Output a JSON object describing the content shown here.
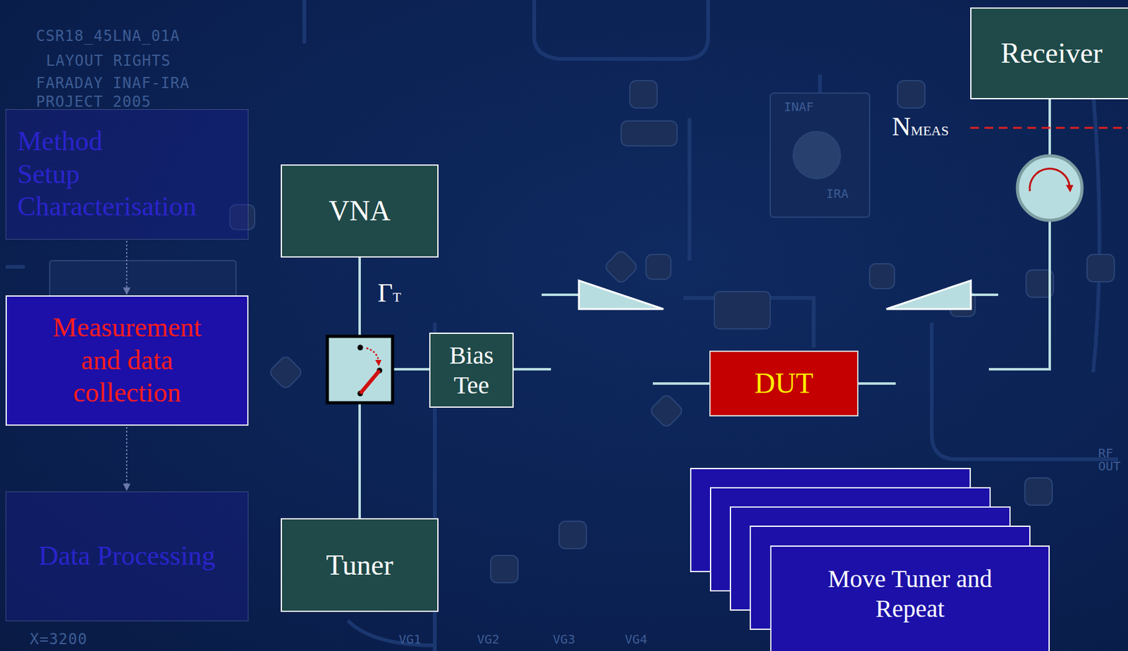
{
  "diagram": {
    "nodes": [
      {
        "text": [
          "Method",
          "Setup",
          "Characterisation"
        ]
      },
      {
        "text": [
          "Measurement and data collection"
        ]
      },
      {
        "text": [
          "Data Processing"
        ]
      },
      {
        "text": [
          "VNA"
        ]
      },
      {
        "text": [
          "Bias Tee"
        ]
      },
      {
        "text": [
          "DUT"
        ]
      },
      {
        "text": [
          "Tuner"
        ]
      },
      {
        "text": [
          "Receiver"
        ]
      },
      {
        "text": [
          "Move Tuner and Repeat"
        ]
      }
    ],
    "edges": [
      {
        "from": 0,
        "to": 1,
        "arrow": "to"
      },
      {
        "from": 1,
        "to": 2,
        "arrow": "to"
      }
    ],
    "labels": [
      "CSR18_45LNA_01A",
      "LAYOUT RIGHTS",
      "FARADAY INAF-IRA",
      "PROJECT 2005",
      "ΓT",
      "NMEAS",
      "INAF",
      "IRA",
      "X=3200",
      "VG1",
      "VG2",
      "VG3",
      "VG4",
      "RF OUT"
    ]
  }
}
